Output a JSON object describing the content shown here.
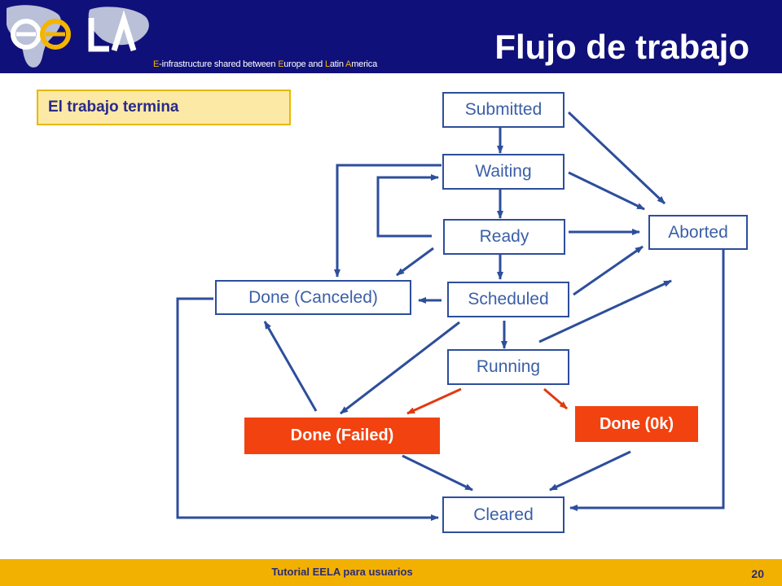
{
  "header": {
    "title": "Flujo de trabajo",
    "tagline_parts": [
      {
        "text": "E",
        "hl": true
      },
      {
        "text": "-infrastructure shared between ",
        "hl": false
      },
      {
        "text": "E",
        "hl": true
      },
      {
        "text": "urope and ",
        "hl": false
      },
      {
        "text": "L",
        "hl": true
      },
      {
        "text": "atin ",
        "hl": false
      },
      {
        "text": "A",
        "hl": true
      },
      {
        "text": "merica",
        "hl": false
      }
    ]
  },
  "section_label": "El trabajo termina",
  "nodes": {
    "submitted": "Submitted",
    "waiting": "Waiting",
    "ready": "Ready",
    "scheduled": "Scheduled",
    "running": "Running",
    "aborted": "Aborted",
    "done_canceled": "Done (Canceled)",
    "done_failed": "Done (Failed)",
    "done_ok": "Done (0k)",
    "cleared": "Cleared"
  },
  "colors": {
    "header_bg": "#10107a",
    "footer_bg": "#f2b100",
    "arrow": "#2d4e9b",
    "highlight_arrow": "#e03a10",
    "highlight_node": "#f2420f"
  },
  "footer": {
    "text": "Tutorial EELA para usuarios",
    "page": "20"
  }
}
